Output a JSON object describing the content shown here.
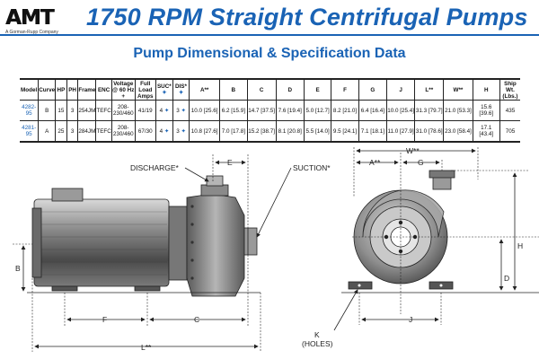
{
  "brand": {
    "logo_text": "AMT",
    "tagline": "A Gorman-Rupp Company"
  },
  "title": "1750 RPM Straight Centrifugal Pumps",
  "subtitle": "Pump Dimensional & Specification Data",
  "table": {
    "headers": {
      "model": "Model",
      "curve": "Curve",
      "hp": "HP",
      "ph": "PH",
      "frame": "Frame",
      "enc": "ENC",
      "voltage_1": "Voltage",
      "voltage_2": "@ 60 Hz +",
      "amps_1": "Full Load",
      "amps_2": "Amps",
      "suc": "SUC*",
      "suc_mark": "✦",
      "dis": "DIS*",
      "dis_mark": "✦",
      "a": "A**",
      "b": "B",
      "c": "C",
      "d": "D",
      "e": "E",
      "f": "F",
      "g": "G",
      "j": "J",
      "l": "L**",
      "w": "W**",
      "h": "H",
      "ship_1": "Ship Wt.",
      "ship_2": "(Lbs.)"
    },
    "rows": [
      {
        "model": "4282-95",
        "curve": "B",
        "hp": "15",
        "ph": "3",
        "frame": "254JM",
        "enc": "TEFC",
        "voltage_1": "208-",
        "voltage_2": "230/460",
        "amps": "41/19",
        "suc": "4",
        "suc_mark": "✦",
        "dis": "3",
        "dis_mark": "✦",
        "a": "10.0 [25.6]",
        "b": "6.2 [15.9]",
        "c": "14.7 [37.5]",
        "d": "7.6 [19.4]",
        "e": "5.0 [12.7]",
        "f": "8.2 [21.0]",
        "g": "6.4 [16.4]",
        "j": "10.0 [25.4]",
        "l": "31.3 [79.7]",
        "w": "21.0 [53.3]",
        "h": "15.6 [39.6]",
        "ship": "435"
      },
      {
        "model": "4281-95",
        "curve": "A",
        "hp": "25",
        "ph": "3",
        "frame": "284JM",
        "enc": "TEFC",
        "voltage_1": "208-",
        "voltage_2": "230/460",
        "amps": "67/30",
        "suc": "4",
        "suc_mark": "✦",
        "dis": "3",
        "dis_mark": "✦",
        "a": "10.8 [27.6]",
        "b": "7.0 [17.8]",
        "c": "15.2 [38.7]",
        "d": "8.1 [20.8]",
        "e": "5.5 [14.0]",
        "f": "9.5 [24.1]",
        "g": "7.1 [18.1]",
        "j": "11.0 [27.9]",
        "l": "31.0 [78.6]",
        "w": "23.0 [58.4]",
        "h": "17.1 [43.4]",
        "ship": "705"
      }
    ]
  },
  "side_view_labels": {
    "discharge": "DISCHARGE*",
    "suction": "SUCTION*",
    "e": "E",
    "b": "B",
    "f": "F",
    "c": "C",
    "l": "L**"
  },
  "front_view_labels": {
    "w": "W**",
    "a": "A**",
    "g": "G",
    "h": "H",
    "d": "D",
    "j": "J",
    "k": "K",
    "holes": "(HOLES)"
  }
}
